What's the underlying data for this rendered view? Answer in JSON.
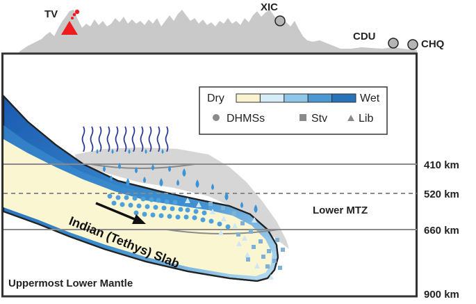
{
  "stations": {
    "tv": "TV",
    "xic": "XIC",
    "cdu": "CDU",
    "chq": "CHQ"
  },
  "legend": {
    "dry": "Dry",
    "wet": "Wet",
    "gradient_colors": [
      "#fbf3cf",
      "#d6ecf8",
      "#8fc7ea",
      "#4c98d2",
      "#2a72b8"
    ],
    "items": [
      {
        "symbol": "circle",
        "label": "DHMSs"
      },
      {
        "symbol": "square",
        "label": "Stv"
      },
      {
        "symbol": "triangle",
        "label": "Lib"
      }
    ]
  },
  "depths": [
    "410 km",
    "520 km",
    "660 km",
    "900 km"
  ],
  "labels": {
    "lower_mtz": "Lower MTZ",
    "slab": "Indian (Tethys) Slab",
    "lower_mantle": "Uppermost Lower Mantle"
  },
  "colors": {
    "volcano": "#ee1c1c",
    "topography": "#c8c8c8",
    "slab_core": "#fbf6d2",
    "slab_wet": "#1f63b6",
    "water_drop": "#3c93d6",
    "frame": "#333333",
    "boundary_line": "#8a8a8a"
  }
}
